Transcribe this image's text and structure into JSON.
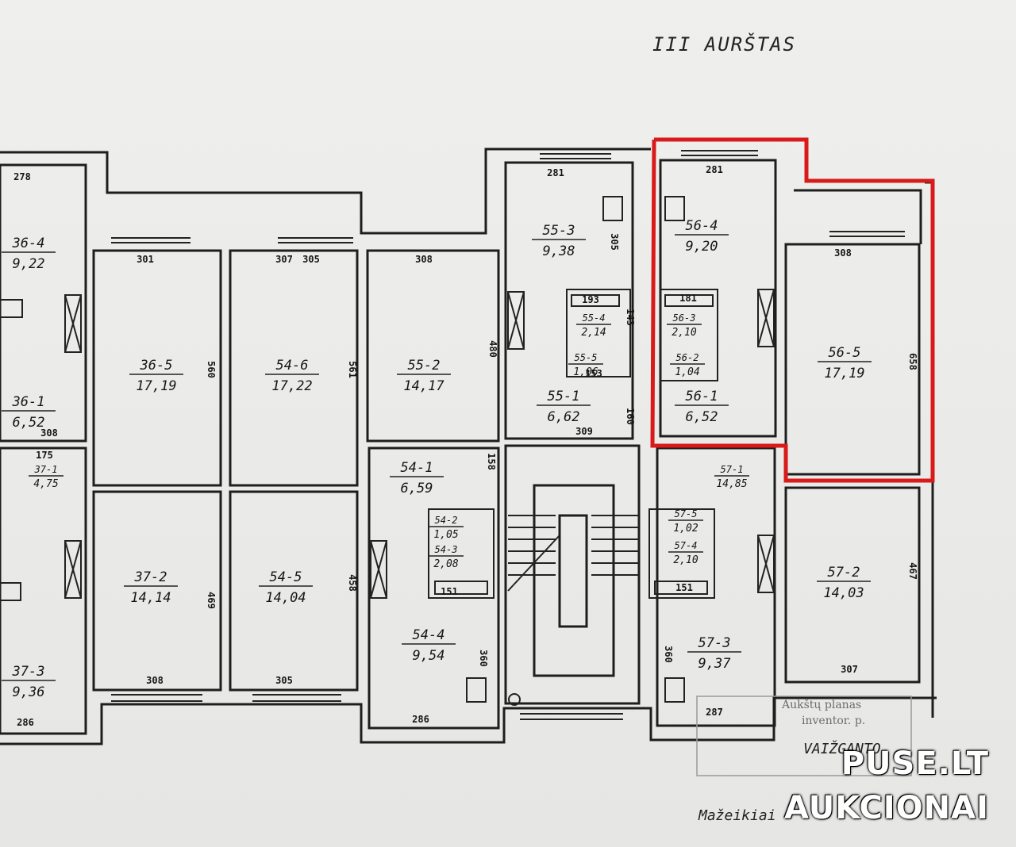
{
  "floor_label": "III AURŠTAS",
  "street_label": "VAIŽGANTO",
  "city_label": "Mažeikiai",
  "stamp_text": [
    "Aukštų planas",
    "inventor. p.",
    "Mažeikiai"
  ],
  "watermark": {
    "line1": "PUSE.LT",
    "line2": "AUKCIONAI"
  },
  "highlight_color": "#d91a1a",
  "rooms": [
    {
      "code": "36-4",
      "area": "9,22"
    },
    {
      "code": "36-5",
      "area": "17,19"
    },
    {
      "code": "54-6",
      "area": "17,22"
    },
    {
      "code": "55-2",
      "area": "14,17"
    },
    {
      "code": "55-3",
      "area": "9,38"
    },
    {
      "code": "55-4",
      "area": "2,14"
    },
    {
      "code": "55-5",
      "area": "1,06"
    },
    {
      "code": "55-1",
      "area": "6,62"
    },
    {
      "code": "56-4",
      "area": "9,20"
    },
    {
      "code": "56-3",
      "area": "2,10"
    },
    {
      "code": "56-2",
      "area": "1,04"
    },
    {
      "code": "56-1",
      "area": "6,52"
    },
    {
      "code": "56-5",
      "area": "17,19"
    },
    {
      "code": "36-1",
      "area": "6,52"
    },
    {
      "code": "37-1",
      "area": "4,75"
    },
    {
      "code": "54-1",
      "area": "6,59"
    },
    {
      "code": "54-2",
      "area": "1,05"
    },
    {
      "code": "54-3",
      "area": "2,08"
    },
    {
      "code": "57-1",
      "area": "14,85"
    },
    {
      "code": "57-5",
      "area": "1,02"
    },
    {
      "code": "57-4",
      "area": "2,10"
    },
    {
      "code": "37-2",
      "area": "14,14"
    },
    {
      "code": "54-5",
      "area": "14,04"
    },
    {
      "code": "57-2",
      "area": "14,03"
    },
    {
      "code": "54-4",
      "area": "9,54"
    },
    {
      "code": "57-3",
      "area": "9,37"
    },
    {
      "code": "37-3",
      "area": "9,36"
    }
  ],
  "dimensions": [
    "278",
    "301",
    "307",
    "308",
    "281",
    "281",
    "308",
    "560",
    "561",
    "480",
    "658",
    "308",
    "175",
    "309",
    "305",
    "308",
    "305",
    "286",
    "286",
    "307",
    "287",
    "467",
    "469",
    "458",
    "151",
    "151",
    "193",
    "181",
    "143",
    "153",
    "158",
    "160",
    "360",
    "360",
    "305"
  ]
}
